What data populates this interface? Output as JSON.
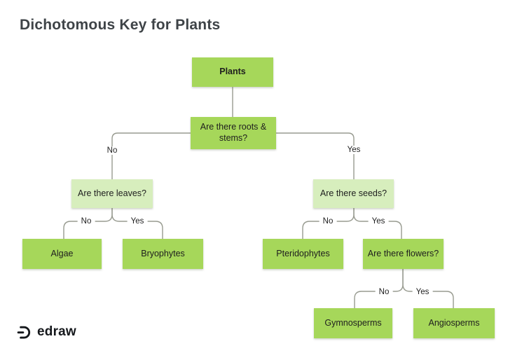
{
  "title": "Dichotomous Key for Plants",
  "logo": {
    "icon": "edraw-mark-icon",
    "text": "edraw"
  },
  "colors": {
    "node_green": "#a6d75a",
    "node_light_green": "#d7eebd",
    "connector": "#989b90",
    "title_text": "#3e4347",
    "node_text": "#1e1e1e",
    "background": "#ffffff",
    "logo_text": "#15181c"
  },
  "diagram": {
    "type": "dichotomous-key-flowchart",
    "nodes": [
      {
        "id": "plants",
        "label": "Plants",
        "style": "bright",
        "emphasis": "bold"
      },
      {
        "id": "roots-stems",
        "label": "Are there roots & stems?",
        "style": "bright"
      },
      {
        "id": "leaves",
        "label": "Are there leaves?",
        "style": "light"
      },
      {
        "id": "seeds",
        "label": "Are there seeds?",
        "style": "light"
      },
      {
        "id": "algae",
        "label": "Algae",
        "style": "bright"
      },
      {
        "id": "bryophytes",
        "label": "Bryophytes",
        "style": "bright"
      },
      {
        "id": "pteridophytes",
        "label": "Pteridophytes",
        "style": "bright"
      },
      {
        "id": "flowers",
        "label": "Are there flowers?",
        "style": "bright"
      },
      {
        "id": "gymnosperms",
        "label": "Gymnosperms",
        "style": "bright"
      },
      {
        "id": "angiosperms",
        "label": "Angiosperms",
        "style": "bright"
      }
    ],
    "edges": [
      {
        "from": "plants",
        "to": "roots-stems",
        "label": ""
      },
      {
        "from": "roots-stems",
        "to": "leaves",
        "label": "No"
      },
      {
        "from": "roots-stems",
        "to": "seeds",
        "label": "Yes"
      },
      {
        "from": "leaves",
        "to": "algae",
        "label": "No"
      },
      {
        "from": "leaves",
        "to": "bryophytes",
        "label": "Yes"
      },
      {
        "from": "seeds",
        "to": "pteridophytes",
        "label": "No"
      },
      {
        "from": "seeds",
        "to": "flowers",
        "label": "Yes"
      },
      {
        "from": "flowers",
        "to": "gymnosperms",
        "label": "No"
      },
      {
        "from": "flowers",
        "to": "angiosperms",
        "label": "Yes"
      }
    ]
  }
}
